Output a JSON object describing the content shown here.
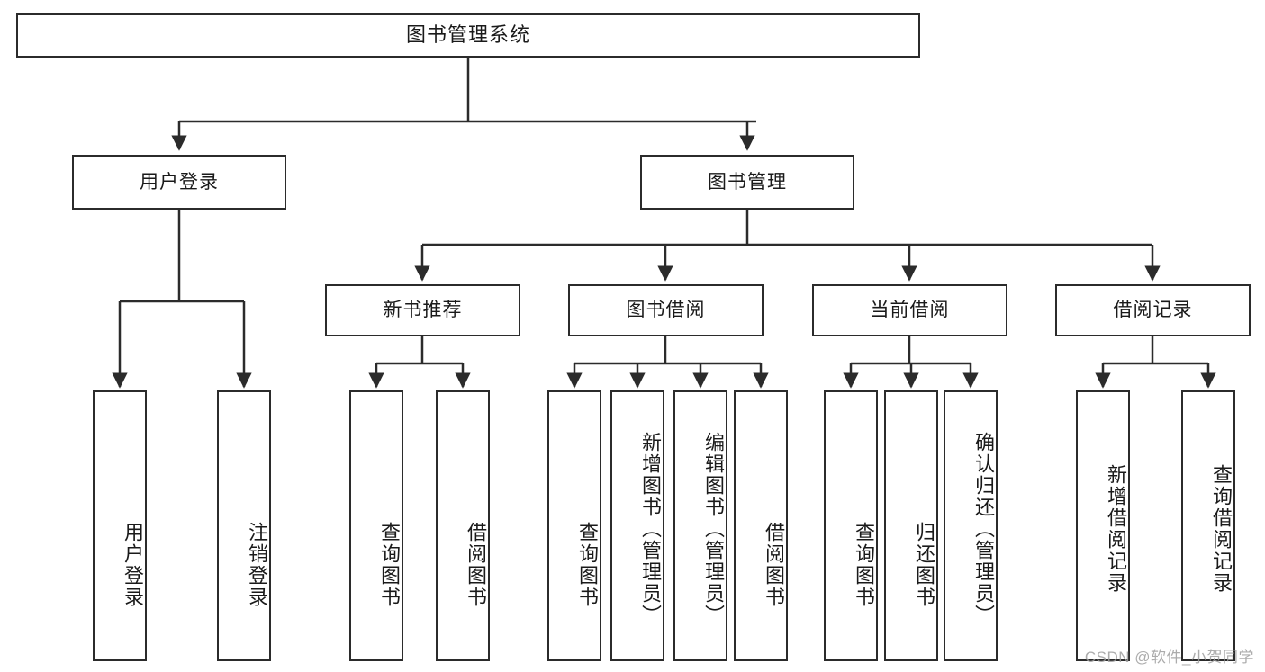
{
  "diagram": {
    "title": "图书管理系统",
    "watermark": "CSDN @软件_小贺同学",
    "line_color": "#2b2b2b",
    "box_fill": "#ffffff",
    "text_color": "#1a1a1a",
    "watermark_color": "#9e9e9e"
  },
  "nodes": {
    "root": {
      "label": "图书管理系统"
    },
    "level1": [
      {
        "label": "用户登录"
      },
      {
        "label": "图书管理"
      }
    ],
    "level2": [
      {
        "label": "新书推荐"
      },
      {
        "label": "图书借阅"
      },
      {
        "label": "当前借阅"
      },
      {
        "label": "借阅记录"
      }
    ],
    "leaves": {
      "user_login": [
        {
          "label": "用户登录"
        },
        {
          "label": "注销登录"
        }
      ],
      "new_book_recommend": [
        {
          "label": "查询图书"
        },
        {
          "label": "借阅图书"
        }
      ],
      "book_borrow": [
        {
          "label": "查询图书"
        },
        {
          "label": "新增图书（管理员）"
        },
        {
          "label": "编辑图书（管理员）"
        },
        {
          "label": "借阅图书"
        }
      ],
      "current_borrow": [
        {
          "label": "查询图书"
        },
        {
          "label": "归还图书"
        },
        {
          "label": "确认归还（管理员）"
        }
      ],
      "borrow_record": [
        {
          "label": "新增借阅记录"
        },
        {
          "label": "查询借阅记录"
        }
      ]
    }
  },
  "chart_data": {
    "type": "table",
    "title": "图书管理系统 功能结构图",
    "hierarchy": [
      {
        "level": 0,
        "label": "图书管理系统",
        "children": [
          {
            "level": 1,
            "label": "用户登录",
            "children": [
              {
                "level": 2,
                "label": "用户登录"
              },
              {
                "level": 2,
                "label": "注销登录"
              }
            ]
          },
          {
            "level": 1,
            "label": "图书管理",
            "children": [
              {
                "level": 2,
                "label": "新书推荐",
                "children": [
                  {
                    "level": 3,
                    "label": "查询图书"
                  },
                  {
                    "level": 3,
                    "label": "借阅图书"
                  }
                ]
              },
              {
                "level": 2,
                "label": "图书借阅",
                "children": [
                  {
                    "level": 3,
                    "label": "查询图书"
                  },
                  {
                    "level": 3,
                    "label": "新增图书（管理员）"
                  },
                  {
                    "level": 3,
                    "label": "编辑图书（管理员）"
                  },
                  {
                    "level": 3,
                    "label": "借阅图书"
                  }
                ]
              },
              {
                "level": 2,
                "label": "当前借阅",
                "children": [
                  {
                    "level": 3,
                    "label": "查询图书"
                  },
                  {
                    "level": 3,
                    "label": "归还图书"
                  },
                  {
                    "level": 3,
                    "label": "确认归还（管理员）"
                  }
                ]
              },
              {
                "level": 2,
                "label": "借阅记录",
                "children": [
                  {
                    "level": 3,
                    "label": "新增借阅记录"
                  },
                  {
                    "level": 3,
                    "label": "查询借阅记录"
                  }
                ]
              }
            ]
          }
        ]
      }
    ]
  }
}
